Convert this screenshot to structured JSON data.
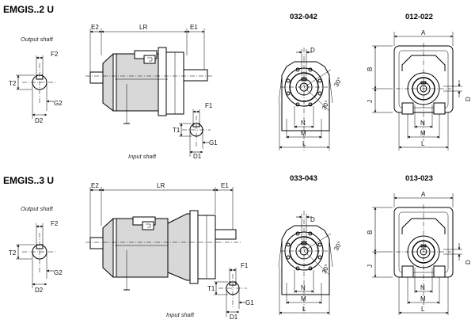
{
  "row1": {
    "title": "EMGIS..2 U",
    "output_caption": "Output shaft",
    "input_caption": "Input shaft",
    "dims": {
      "E2": "E2",
      "LR": "LR",
      "E1": "E1",
      "F2": "F2",
      "T2": "T2",
      "G2": "G2",
      "D2": "D2",
      "F1": "F1",
      "T1": "T1",
      "G1": "G1",
      "D1": "D1"
    },
    "view_a": {
      "code": "032-042",
      "D": "D",
      "angle": "30°",
      "N": "N",
      "M": "M",
      "L": "L"
    },
    "view_b": {
      "code": "012-022",
      "A": "A",
      "B": "B",
      "J": "J",
      "D": "D",
      "N": "N",
      "M": "M",
      "L": "L"
    }
  },
  "row2": {
    "title": "EMGIS..3 U",
    "output_caption": "Output shaft",
    "input_caption": "Input shaft",
    "dims": {
      "E2": "E2",
      "LR": "LR",
      "E1": "E1",
      "F2": "F2",
      "T2": "T2",
      "G2": "G2",
      "D2": "D2",
      "F1": "F1",
      "T1": "T1",
      "G1": "G1",
      "D1": "D1"
    },
    "view_a": {
      "code": "033-043",
      "D": "D",
      "angle": "30°",
      "N": "N",
      "M": "M",
      "L": "L"
    },
    "view_b": {
      "code": "013-023",
      "A": "A",
      "B": "B",
      "J": "J",
      "D": "D",
      "N": "N",
      "M": "M",
      "L": "L"
    }
  }
}
